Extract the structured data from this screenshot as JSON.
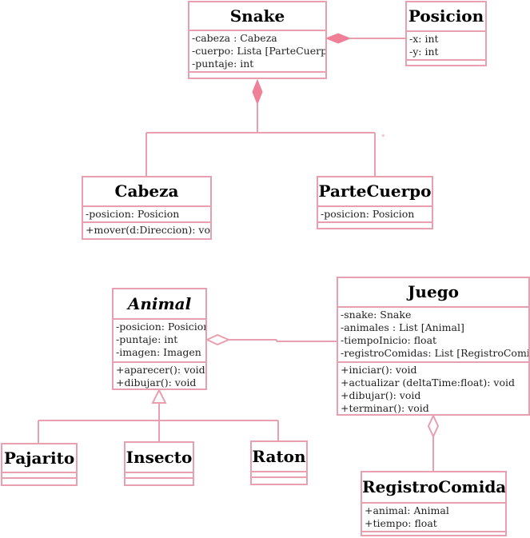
{
  "colors": {
    "stroke": "#e8a0b0",
    "diamond_fill": "#f08098"
  },
  "classes": {
    "snake": {
      "name": "Snake",
      "attributes": [
        "-cabeza : Cabeza",
        "-cuerpo: Lista [ParteCuerpo]",
        "-puntaje: int"
      ]
    },
    "posicion": {
      "name": "Posicion",
      "attributes": [
        "-x: int",
        "-y: int"
      ]
    },
    "cabeza": {
      "name": "Cabeza",
      "attributes": [
        "-posicion: Posicion"
      ],
      "methods": [
        "+mover(d:Direccion): void"
      ]
    },
    "parte_cuerpo": {
      "name": "ParteCuerpo",
      "attributes": [
        "-posicion: Posicion"
      ]
    },
    "animal": {
      "name": "Animal",
      "attributes": [
        "-posicion: Posicion",
        "-puntaje: int",
        "-imagen: Imagen"
      ],
      "methods": [
        "+aparecer(): void",
        "+dibujar(): void"
      ]
    },
    "juego": {
      "name": "Juego",
      "attributes": [
        "-snake: Snake",
        "-animales : List [Animal]",
        "-tiempoInicio: float",
        "-registroComidas: List [RegistroComid"
      ],
      "methods": [
        "+iniciar(): void",
        "+actualizar (deltaTime:float): void",
        "+dibujar(): void",
        "+terminar(): void"
      ]
    },
    "pajarito": {
      "name": "Pajarito"
    },
    "insecto": {
      "name": "Insecto"
    },
    "raton": {
      "name": "Raton"
    },
    "registro_comida": {
      "name": "RegistroComida",
      "attributes": [
        "+animal: Animal",
        "+tiempo: float"
      ]
    }
  },
  "multiplicity_mark": "*"
}
